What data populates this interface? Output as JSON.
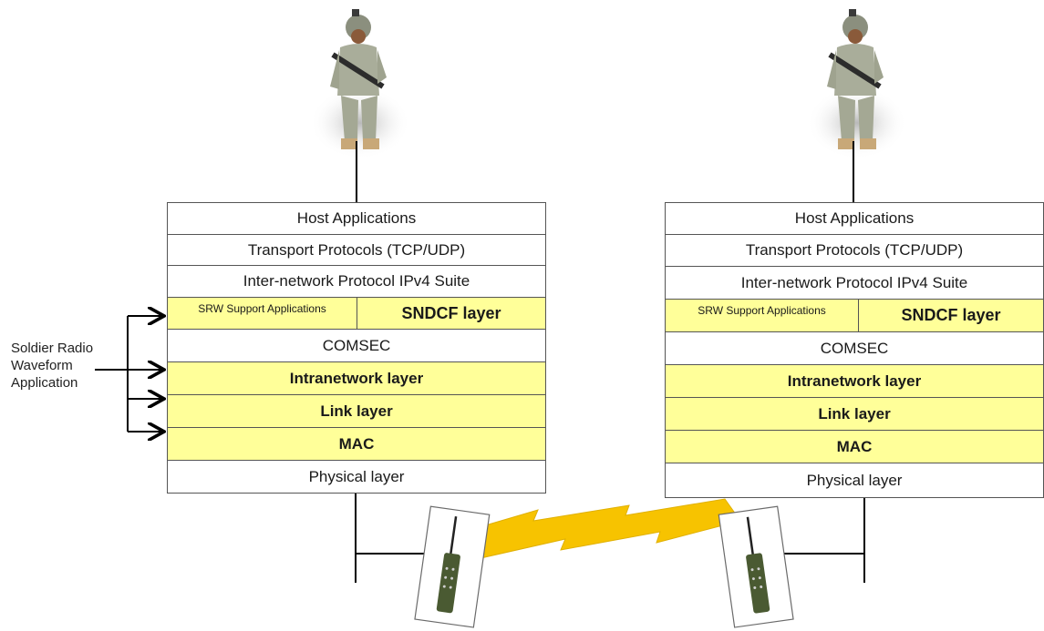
{
  "left_stack": {
    "host": "Host Applications",
    "transport": "Transport Protocols (TCP/UDP)",
    "internet": "Inter-network Protocol IPv4 Suite",
    "support": "SRW Support Applications",
    "sndcf": "SNDCF  layer",
    "comsec": "COMSEC",
    "intranet": "Intranetwork layer",
    "link": "Link layer",
    "mac": "MAC",
    "physical": "Physical layer"
  },
  "right_stack": {
    "host": "Host Applications",
    "transport": "Transport Protocols (TCP/UDP)",
    "internet": "Inter-network Protocol IPv4 Suite",
    "support": "SRW Support Applications",
    "sndcf": "SNDCF  layer",
    "comsec": "COMSEC",
    "intranet": "Intranetwork layer",
    "link": "Link layer",
    "mac": "MAC",
    "physical": "Physical layer"
  },
  "side_label": {
    "line1": "Soldier Radio",
    "line2": "Waveform",
    "line3": "Application"
  },
  "colors": {
    "layer_highlight": "#ffff99",
    "lightning": "#f7c300",
    "radio_body": "#4a5a32"
  }
}
